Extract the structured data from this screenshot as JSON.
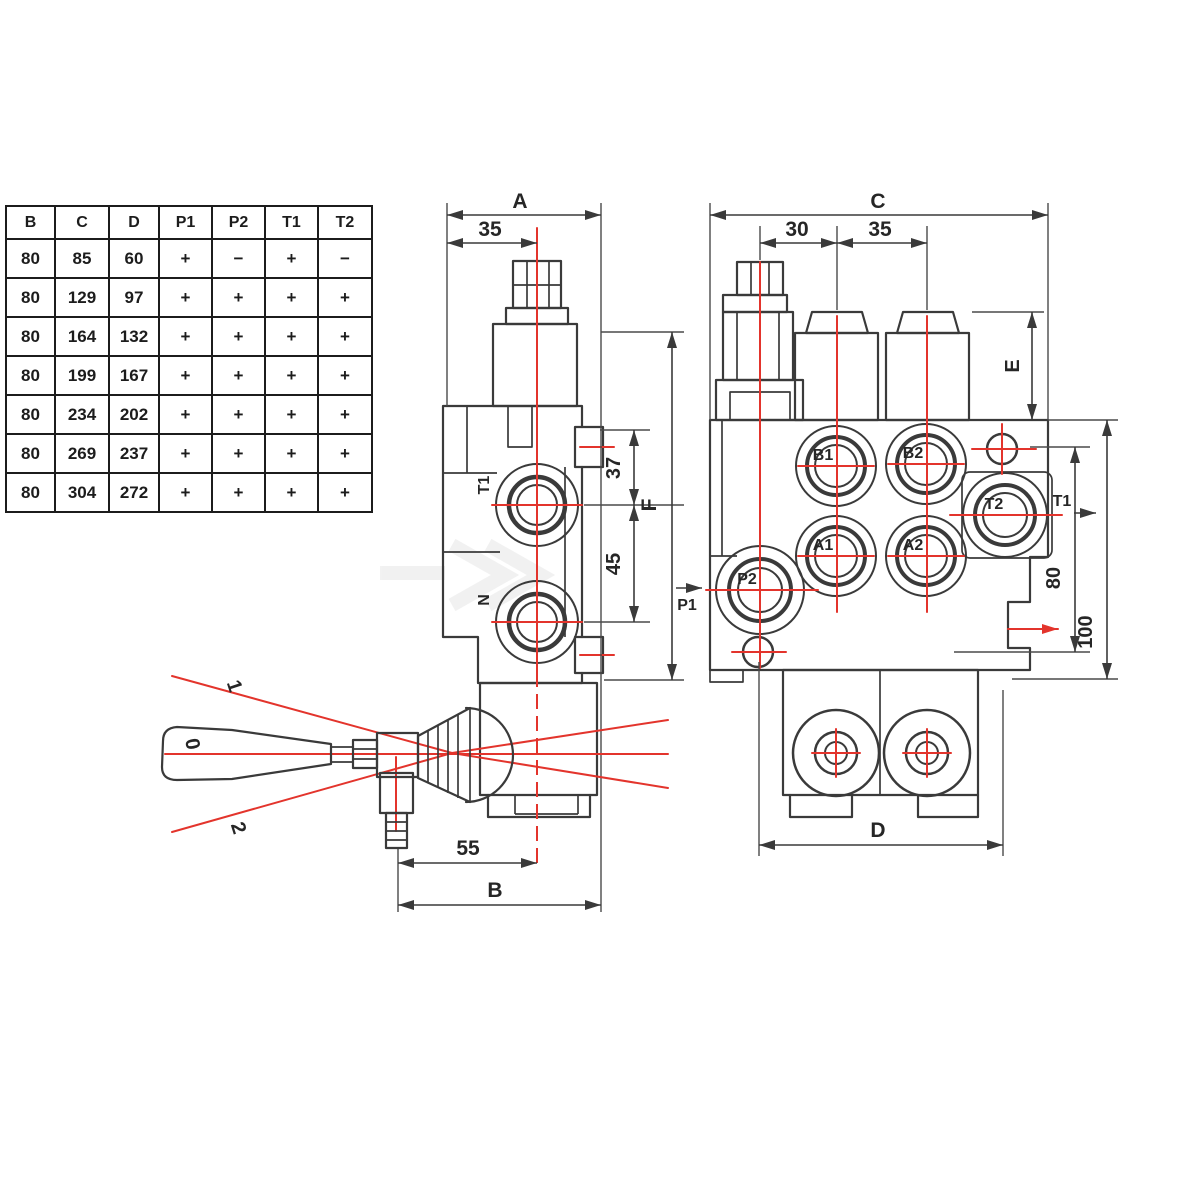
{
  "table": {
    "headers": [
      "B",
      "C",
      "D",
      "P1",
      "P2",
      "T1",
      "T2"
    ],
    "rows": [
      [
        "80",
        "85",
        "60",
        "+",
        "−",
        "+",
        "−"
      ],
      [
        "80",
        "129",
        "97",
        "+",
        "+",
        "+",
        "+"
      ],
      [
        "80",
        "164",
        "132",
        "+",
        "+",
        "+",
        "+"
      ],
      [
        "80",
        "199",
        "167",
        "+",
        "+",
        "+",
        "+"
      ],
      [
        "80",
        "234",
        "202",
        "+",
        "+",
        "+",
        "+"
      ],
      [
        "80",
        "269",
        "237",
        "+",
        "+",
        "+",
        "+"
      ],
      [
        "80",
        "304",
        "272",
        "+",
        "+",
        "+",
        "+"
      ]
    ]
  },
  "side_view": {
    "dim_a": "A",
    "dim_35": "35",
    "dim_37": "37",
    "dim_f": "F",
    "dim_45": "45",
    "dim_55": "55",
    "dim_b": "B",
    "port_t1": "T1",
    "port_n": "N",
    "lever_pos_up": "1",
    "lever_pos_down": "2",
    "lever_pos_neutral": "0"
  },
  "front_view": {
    "dim_c": "C",
    "dim_30": "30",
    "dim_35": "35",
    "dim_e": "E",
    "dim_80": "80",
    "dim_100": "100",
    "dim_d": "D",
    "port_b1": "B1",
    "port_b2": "B2",
    "port_a1": "A1",
    "port_a2": "A2",
    "port_p2": "P2",
    "port_t2": "T2",
    "label_p1": "P1",
    "label_t1": "T1"
  },
  "colors": {
    "line": "#3a3a3a",
    "red": "#e3342c"
  }
}
